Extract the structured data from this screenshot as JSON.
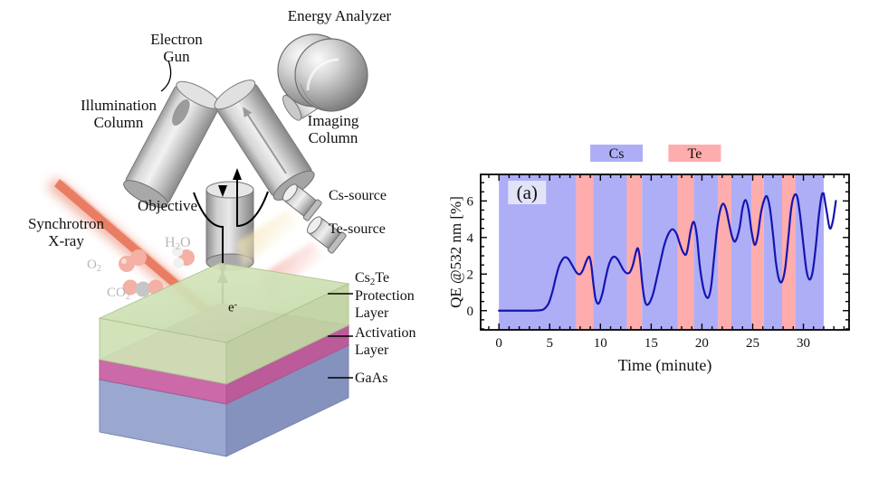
{
  "schematic": {
    "labels": {
      "electron_gun": "Electron\nGun",
      "energy_analyzer": "Energy Analyzer",
      "illumination_column": "Illumination\nColumn",
      "imaging_column": "Imaging\nColumn",
      "objective": "Objective",
      "cs_source": "Cs-source",
      "te_source": "Te-source",
      "synchrotron_xray": "Synchrotron\nX-ray",
      "electron_arrow": "e",
      "electron_arrow_sup": "-",
      "cs2te_layer": "Cs",
      "cs2te_layer_sub": "2",
      "cs2te_layer_rest": "Te\nProtection\nLayer",
      "activation_layer": "Activation\nLayer",
      "gaas_layer": "GaAs",
      "h2o": "H",
      "h2o_sub": "2",
      "h2o_rest": "O",
      "o2": "O",
      "o2_sub": "2",
      "co2": "CO",
      "co2_sub": "2"
    },
    "colors": {
      "metal_light": "#e6e6e6",
      "metal_mid": "#b9b9b9",
      "metal_dark": "#8f8f8f",
      "xray_beam": "#e8745a",
      "protection_layer": "#cfe0b4",
      "activation_layer": "#cc69a8",
      "gaas_layer": "#9aa8cf",
      "cs_cone": "#f7e7b8",
      "te_cone": "#f2a9a2",
      "molecule_red": "#f4b0a4",
      "molecule_white": "#eeeeee",
      "molecule_gray": "#bdbdbd",
      "label_gray": "#bcbcbc"
    }
  },
  "chart_data": {
    "type": "line",
    "title": "",
    "panel_label": "(a)",
    "xlabel": "Time (minute)",
    "ylabel": "QE @532 nm [%]",
    "xlim": [
      -1.8,
      34.5
    ],
    "ylim": [
      -1.05,
      7.45
    ],
    "xticks": [
      0,
      5,
      10,
      15,
      20,
      25,
      30
    ],
    "yticks": [
      0,
      2,
      4,
      6
    ],
    "x_minor_step": 1,
    "y_minor_step": 0.5,
    "grid": false,
    "legend_position": "above-plot",
    "legend": [
      {
        "label": "Cs",
        "color": "#aeaef7"
      },
      {
        "label": "Te",
        "color": "#ffacac"
      }
    ],
    "series": [
      {
        "name": "QE @532 nm",
        "color": "#1515b0",
        "x": [
          0.0,
          1.0,
          2.0,
          3.0,
          4.0,
          4.4,
          4.8,
          5.0,
          5.3,
          5.6,
          5.9,
          6.2,
          6.5,
          6.8,
          7.1,
          7.4,
          7.7,
          8.0,
          8.3,
          8.6,
          8.9,
          9.1,
          9.3,
          9.5,
          9.7,
          9.9,
          10.2,
          10.5,
          10.8,
          11.1,
          11.4,
          11.7,
          12.0,
          12.3,
          12.6,
          12.9,
          13.2,
          13.5,
          13.7,
          13.9,
          14.1,
          14.3,
          14.5,
          14.8,
          15.2,
          15.6,
          16.0,
          16.3,
          16.7,
          17.1,
          17.5,
          17.8,
          18.1,
          18.4,
          18.6,
          18.9,
          19.2,
          19.5,
          19.8,
          20.2,
          20.6,
          20.9,
          21.2,
          21.5,
          21.8,
          22.1,
          22.4,
          22.7,
          23.0,
          23.3,
          23.7,
          24.0,
          24.3,
          24.6,
          24.9,
          25.2,
          25.5,
          25.8,
          26.1,
          26.4,
          26.7,
          27.0,
          27.3,
          27.6,
          27.9,
          28.2,
          28.5,
          28.8,
          29.1,
          29.4,
          29.7,
          30.0,
          30.3,
          30.6,
          30.9,
          31.2,
          31.5,
          31.8,
          32.0
        ],
        "y": [
          0.0,
          0.0,
          0.0,
          0.0,
          0.02,
          0.07,
          0.3,
          0.55,
          1.1,
          1.8,
          2.4,
          2.75,
          2.92,
          2.85,
          2.6,
          2.3,
          2.05,
          2.0,
          2.25,
          2.7,
          2.95,
          2.5,
          1.5,
          0.7,
          0.4,
          0.45,
          0.95,
          1.75,
          2.45,
          2.85,
          2.95,
          2.8,
          2.5,
          2.2,
          2.05,
          2.1,
          2.5,
          3.2,
          3.4,
          2.8,
          1.6,
          0.75,
          0.35,
          0.4,
          0.95,
          1.9,
          2.9,
          3.6,
          4.2,
          4.45,
          4.2,
          3.7,
          3.25,
          3.05,
          3.4,
          4.4,
          4.85,
          4.1,
          2.4,
          1.1,
          0.7,
          1.3,
          2.9,
          4.5,
          5.5,
          5.85,
          5.5,
          4.7,
          4.0,
          3.8,
          4.5,
          5.6,
          6.05,
          5.5,
          4.3,
          3.6,
          4.1,
          5.3,
          6.0,
          6.25,
          5.6,
          4.2,
          2.6,
          1.7,
          1.6,
          2.3,
          3.9,
          5.6,
          6.3,
          6.2,
          5.1,
          3.6,
          2.2,
          1.7,
          2.1,
          3.4,
          5.1,
          6.3,
          6.4
        ],
        "x2": [
          32.0,
          32.3,
          32.6,
          32.9,
          33.2
        ],
        "y2": [
          6.4,
          5.4,
          4.5,
          4.9,
          6.0
        ]
      }
    ],
    "shaded_bands": [
      {
        "species": "Cs",
        "x0": 0.0,
        "x1": 7.6,
        "color": "#aeaef7"
      },
      {
        "species": "Te",
        "x0": 7.6,
        "x1": 9.3,
        "color": "#ffacac"
      },
      {
        "species": "Cs",
        "x0": 9.3,
        "x1": 12.6,
        "color": "#aeaef7"
      },
      {
        "species": "Te",
        "x0": 12.6,
        "x1": 14.1,
        "color": "#ffacac"
      },
      {
        "species": "Cs",
        "x0": 14.1,
        "x1": 17.6,
        "color": "#aeaef7"
      },
      {
        "species": "Te",
        "x0": 17.6,
        "x1": 19.2,
        "color": "#ffacac"
      },
      {
        "species": "Cs",
        "x0": 19.2,
        "x1": 21.6,
        "color": "#aeaef7"
      },
      {
        "species": "Te",
        "x0": 21.6,
        "x1": 22.9,
        "color": "#ffacac"
      },
      {
        "species": "Cs",
        "x0": 22.9,
        "x1": 24.9,
        "color": "#aeaef7"
      },
      {
        "species": "Te",
        "x0": 24.9,
        "x1": 26.1,
        "color": "#ffacac"
      },
      {
        "species": "Cs",
        "x0": 26.1,
        "x1": 27.9,
        "color": "#aeaef7"
      },
      {
        "species": "Te",
        "x0": 27.9,
        "x1": 29.2,
        "color": "#ffacac"
      },
      {
        "species": "Cs",
        "x0": 29.2,
        "x1": 32.0,
        "color": "#aeaef7"
      }
    ]
  }
}
